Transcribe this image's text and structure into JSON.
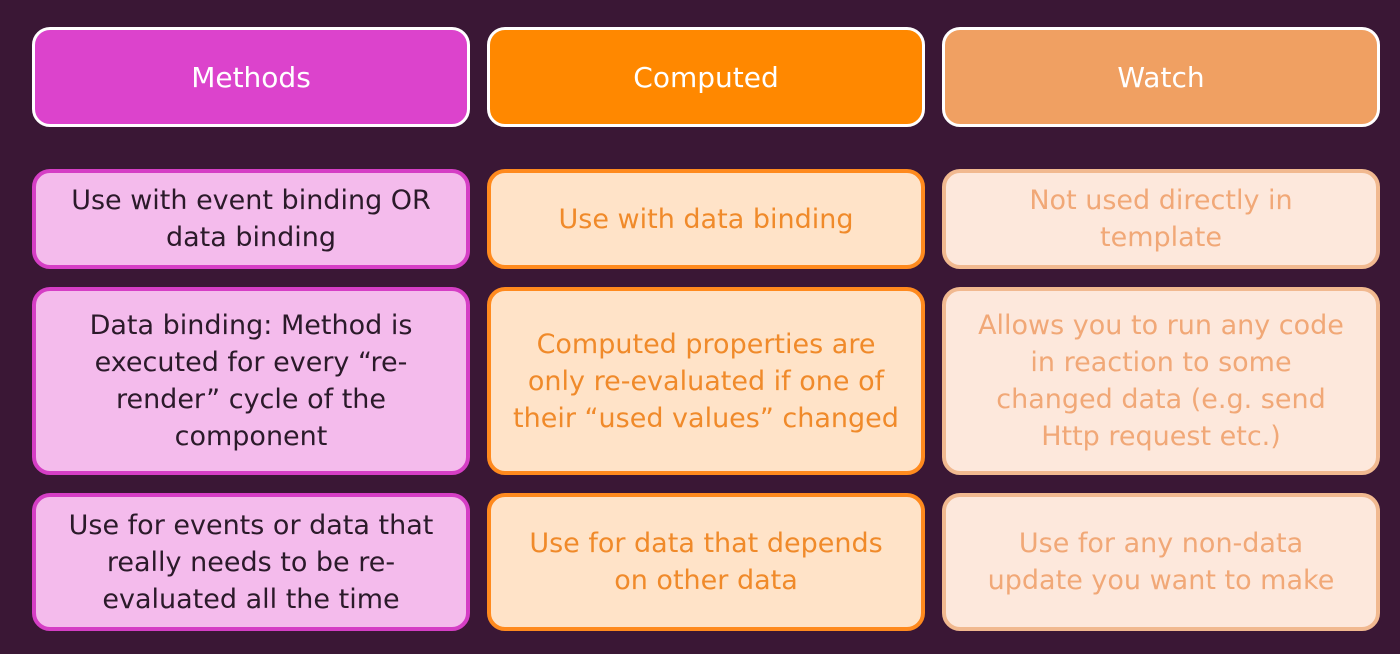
{
  "columns": [
    {
      "key": "methods",
      "header": "Methods",
      "cells": [
        "Use with event binding OR data binding",
        "Data binding: Method is executed for every “re-render” cycle of the component",
        "Use for events or data that really needs to be re-evaluated all the time"
      ]
    },
    {
      "key": "computed",
      "header": "Computed",
      "cells": [
        "Use with data binding",
        "Computed properties are only re-evaluated if one of their “used values” changed",
        "Use for data that depends on other data"
      ]
    },
    {
      "key": "watch",
      "header": "Watch",
      "cells": [
        "Not used directly in template",
        "Allows you to run any code in reaction to some changed data (e.g. send Http request etc.)",
        "Use for any non-data update you want to make"
      ]
    }
  ],
  "colors": {
    "background": "#3a1735",
    "methods_header": "#dc43cc",
    "computed_header": "#ff8800",
    "watch_header": "#f0a062",
    "methods_cell": "#f4bbec",
    "computed_cell": "#ffe3c8",
    "watch_cell": "#fde8dc"
  }
}
